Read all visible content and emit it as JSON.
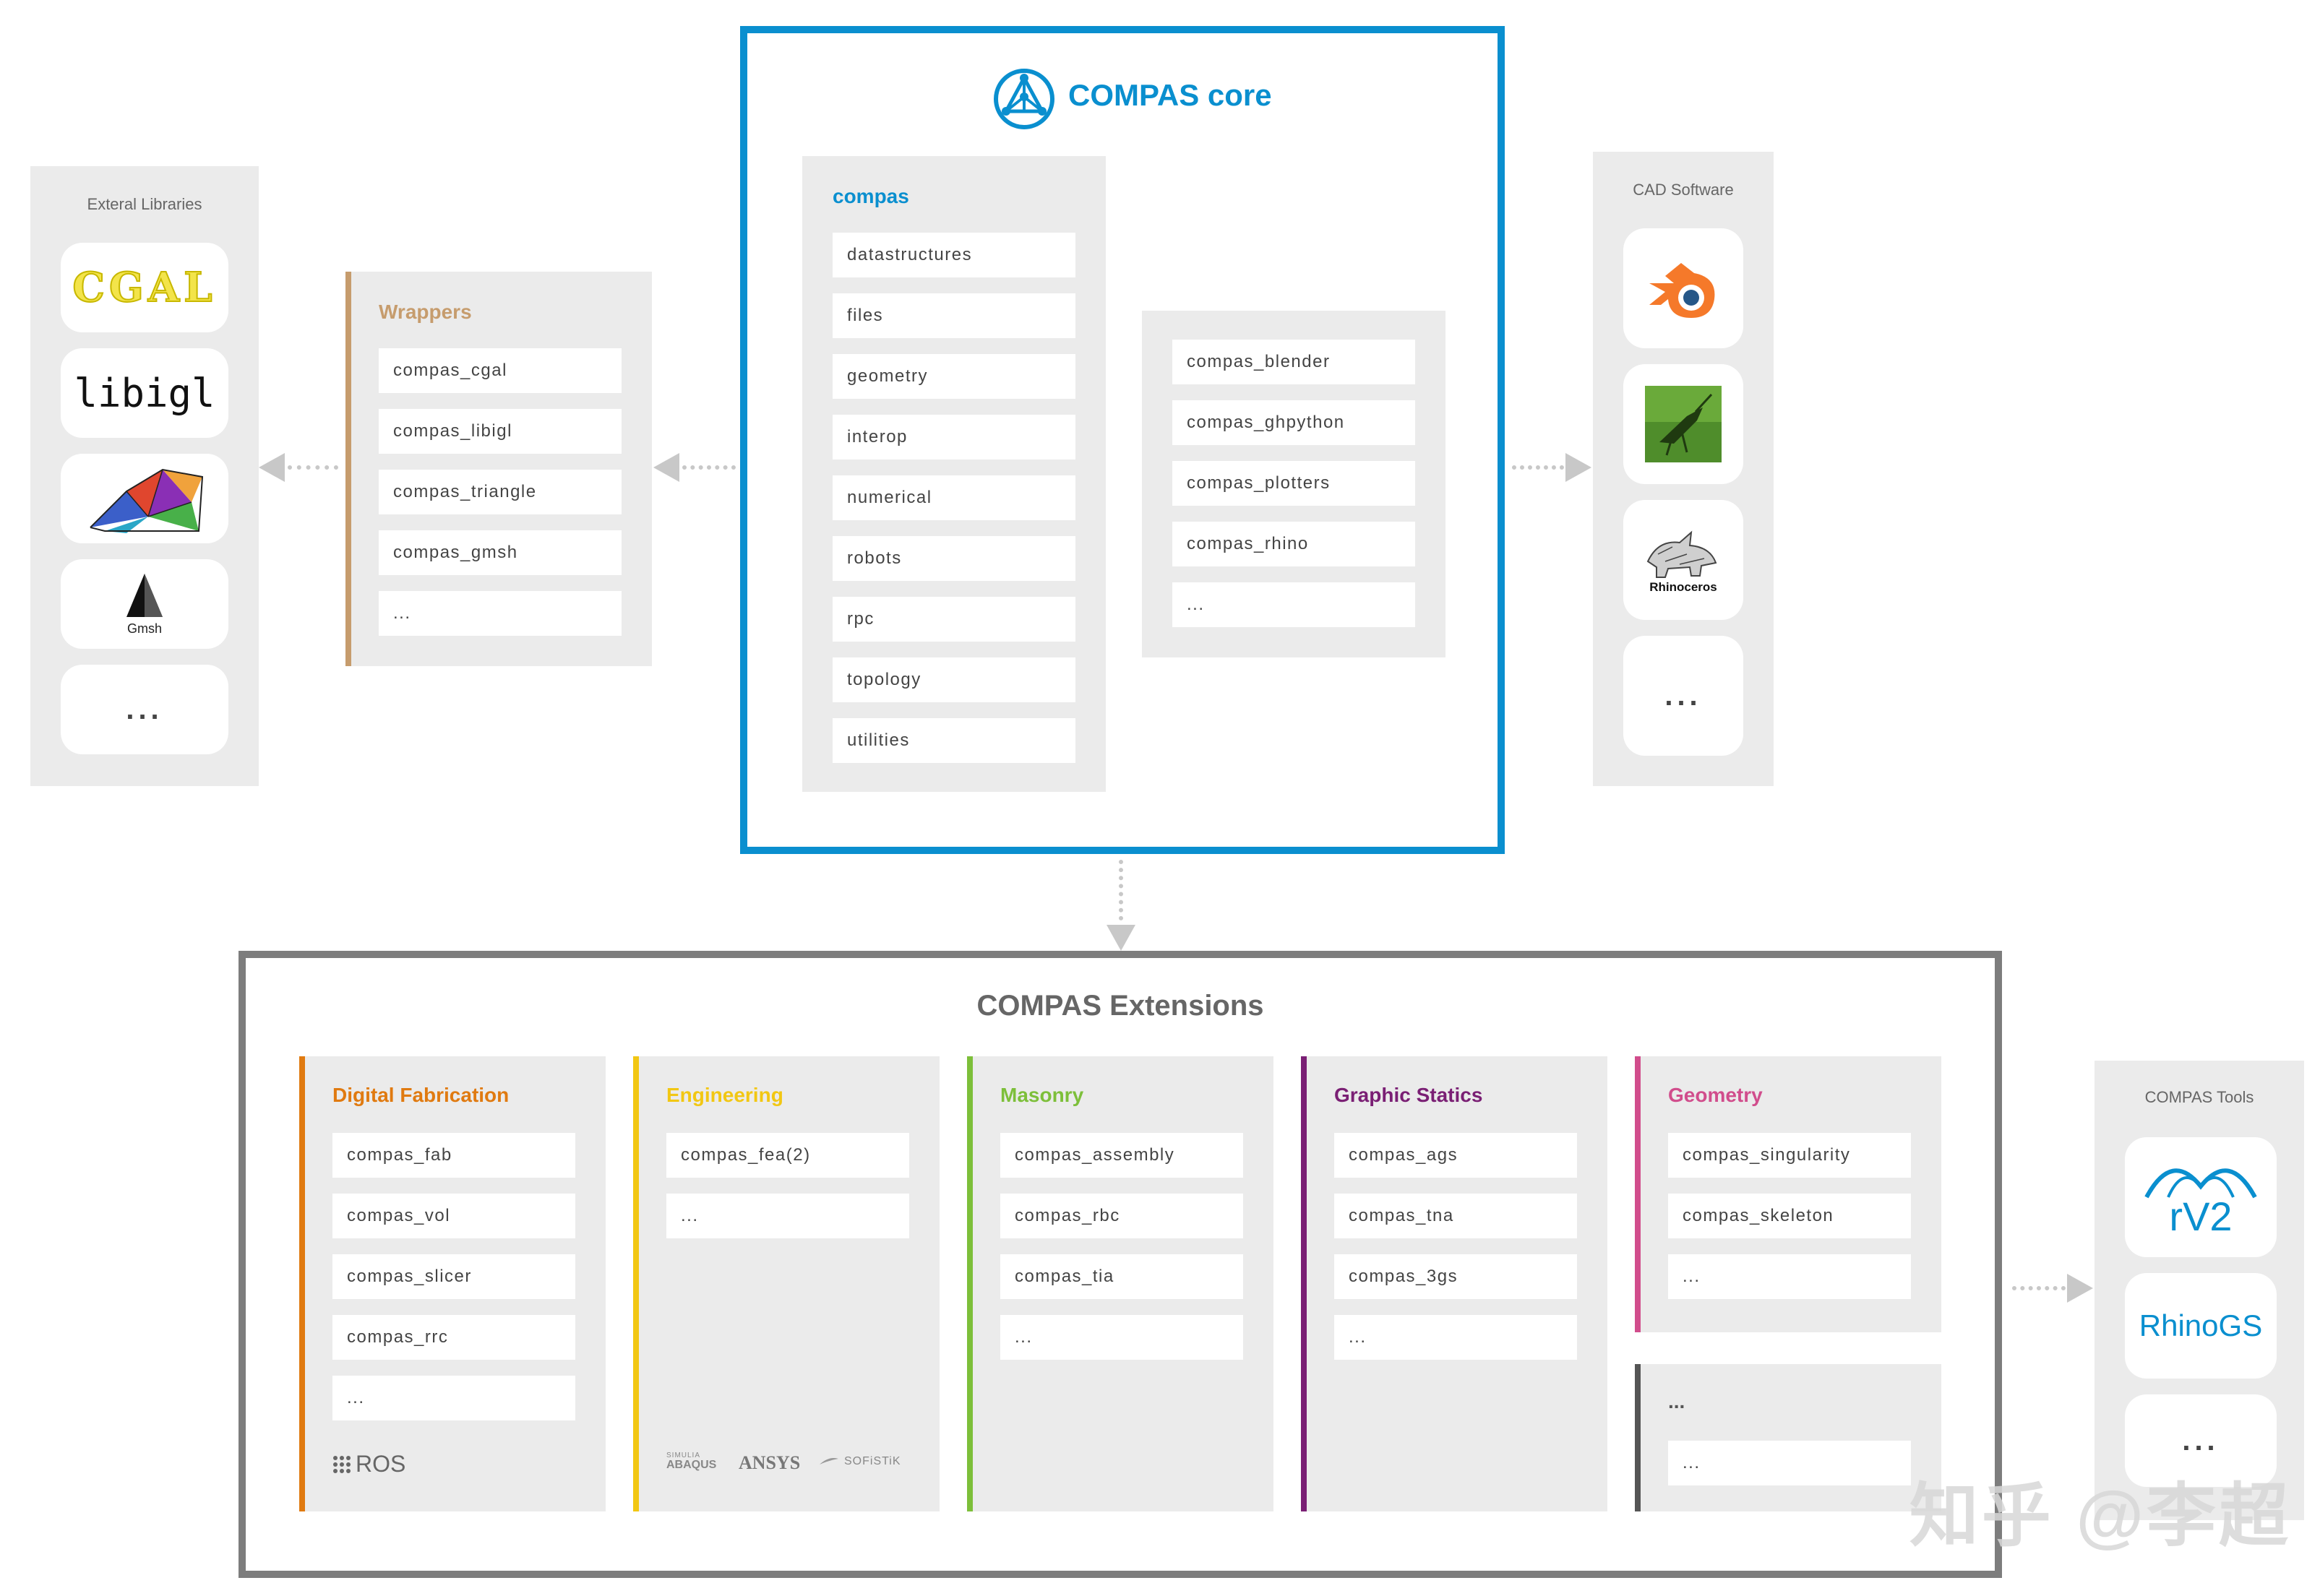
{
  "colors": {
    "core_blue": "#0a8fcf",
    "wrappers": "#c69c6d",
    "digital_fabrication": "#e07a10",
    "engineering": "#f2c713",
    "masonry": "#7dbf3a",
    "graphic_statics": "#7a1f74",
    "geometry": "#d14d8c",
    "more": "#555555",
    "extensions_border": "#7d7d7d"
  },
  "core": {
    "title": "COMPAS core",
    "compas_panel": {
      "title": "compas",
      "items": [
        "datastructures",
        "files",
        "geometry",
        "interop",
        "numerical",
        "robots",
        "rpc",
        "topology",
        "utilities"
      ]
    },
    "plugins_panel": {
      "items": [
        "compas_blender",
        "compas_ghpython",
        "compas_plotters",
        "compas_rhino",
        "..."
      ]
    }
  },
  "external_libraries": {
    "title": "Exteral Libraries",
    "logos": [
      {
        "name": "CGAL",
        "icon": "cgal-logo"
      },
      {
        "name": "libigl",
        "icon": "libigl-logo"
      },
      {
        "name": "triangle",
        "icon": "triangle-mesh-logo"
      },
      {
        "name": "Gmsh",
        "icon": "gmsh-logo"
      },
      {
        "name": "...",
        "icon": "more-icon"
      }
    ]
  },
  "wrappers": {
    "title": "Wrappers",
    "items": [
      "compas_cgal",
      "compas_libigl",
      "compas_triangle",
      "compas_gmsh",
      "..."
    ]
  },
  "cad_software": {
    "title": "CAD Software",
    "logos": [
      {
        "icon": "blender-logo"
      },
      {
        "icon": "grasshopper-logo"
      },
      {
        "label": "Rhinoceros",
        "icon": "rhinoceros-logo"
      },
      {
        "label": "...",
        "icon": "more-icon"
      }
    ]
  },
  "extensions": {
    "title": "COMPAS Extensions",
    "columns": [
      {
        "title": "Digital Fabrication",
        "items": [
          "compas_fab",
          "compas_vol",
          "compas_slicer",
          "compas_rrc",
          "..."
        ],
        "footer": "ROS"
      },
      {
        "title": "Engineering",
        "items": [
          "compas_fea(2)",
          "..."
        ],
        "footer_logos": [
          "ABAQUS",
          "ANSYS",
          "SOFiSTiK"
        ]
      },
      {
        "title": "Masonry",
        "items": [
          "compas_assembly",
          "compas_rbc",
          "compas_tia",
          "..."
        ]
      },
      {
        "title": "Graphic Statics",
        "items": [
          "compas_ags",
          "compas_tna",
          "compas_3gs",
          "..."
        ]
      },
      {
        "title": "Geometry",
        "items": [
          "compas_singularity",
          "compas_skeleton",
          "..."
        ]
      },
      {
        "title": "...",
        "items": [
          "..."
        ]
      }
    ],
    "abaqus_small": "SIMULIA"
  },
  "compas_tools": {
    "title": "COMPAS Tools",
    "logos": [
      {
        "label": "rV2",
        "icon": "rv2-logo"
      },
      {
        "label": "RhinoGS",
        "icon": "rhinogs-logo"
      },
      {
        "label": "...",
        "icon": "more-icon"
      }
    ]
  },
  "watermark": "知乎 @李超"
}
